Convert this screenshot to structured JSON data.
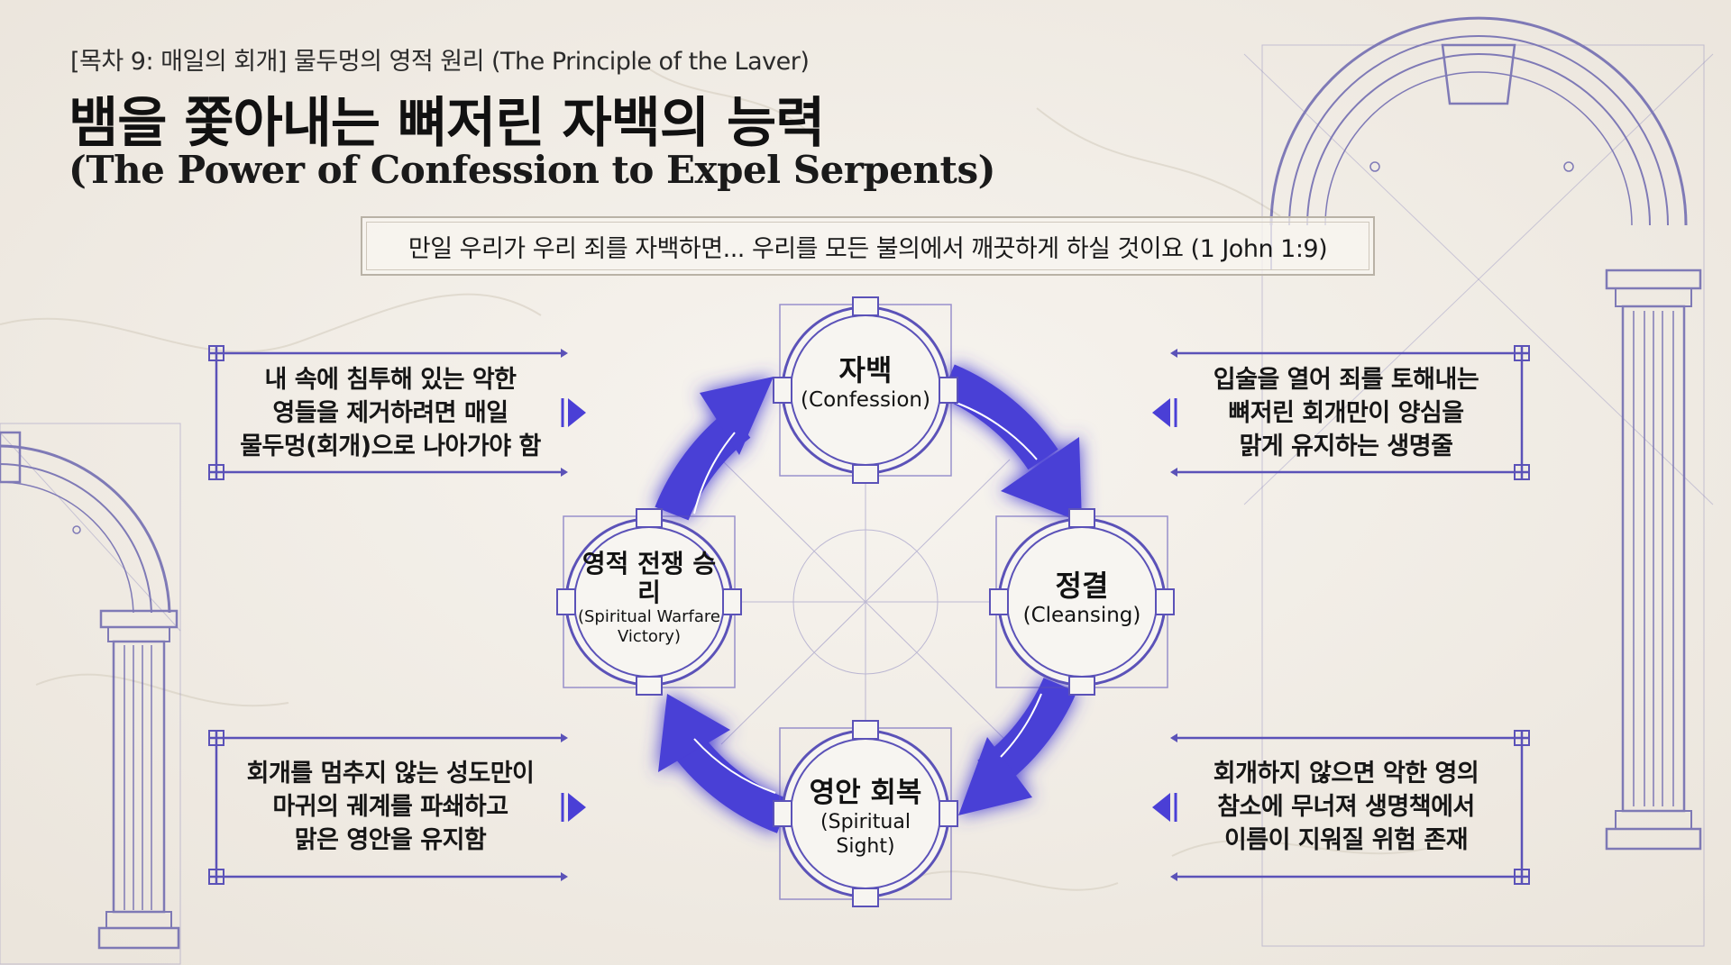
{
  "header": {
    "subtitle": "[목차 9: 매일의 회개] 물두멍의 영적 원리 (The Principle of the Laver)",
    "title_ko": "뱀을 쫓아내는 뼈저린 자백의 능력",
    "title_en": "(The Power of Confession to Expel Serpents)"
  },
  "verse": "만일 우리가 우리 죄를 자백하면... 우리를 모든 불의에서 깨끗하게 하실 것이요 (1 John 1:9)",
  "cycle": {
    "nodes": [
      {
        "ko": "자백",
        "en": "(Confession)"
      },
      {
        "ko": "정결",
        "en": "(Cleansing)"
      },
      {
        "ko": "영안 회복",
        "en": "(Spiritual Sight)"
      },
      {
        "ko": "영적 전쟁 승리",
        "en": "(Spiritual Warfare Victory)"
      }
    ]
  },
  "notes": {
    "top_left": [
      "내 속에 침투해 있는 악한",
      "영들을 제거하려면 매일",
      "물두멍(회개)으로 나아가야 함"
    ],
    "top_right": [
      "입술을 열어 죄를 토해내는",
      "뼈저린 회개만이 양심을",
      "맑게 유지하는 생명줄"
    ],
    "bottom_left": [
      "회개를 멈추지 않는 성도만이",
      "마귀의 궤계를 파쇄하고",
      "맑은 영안을 유지함"
    ],
    "bottom_right": [
      "회개하지 않으면 악한 영의",
      "참소에 무너져 생명책에서",
      "이름이 지워질 위험 존재"
    ]
  },
  "colors": {
    "arrow": "#4a3fd6",
    "arrow_glow": "#8f86ff",
    "line": "#5b52b8",
    "marble": "#f3efe9"
  }
}
